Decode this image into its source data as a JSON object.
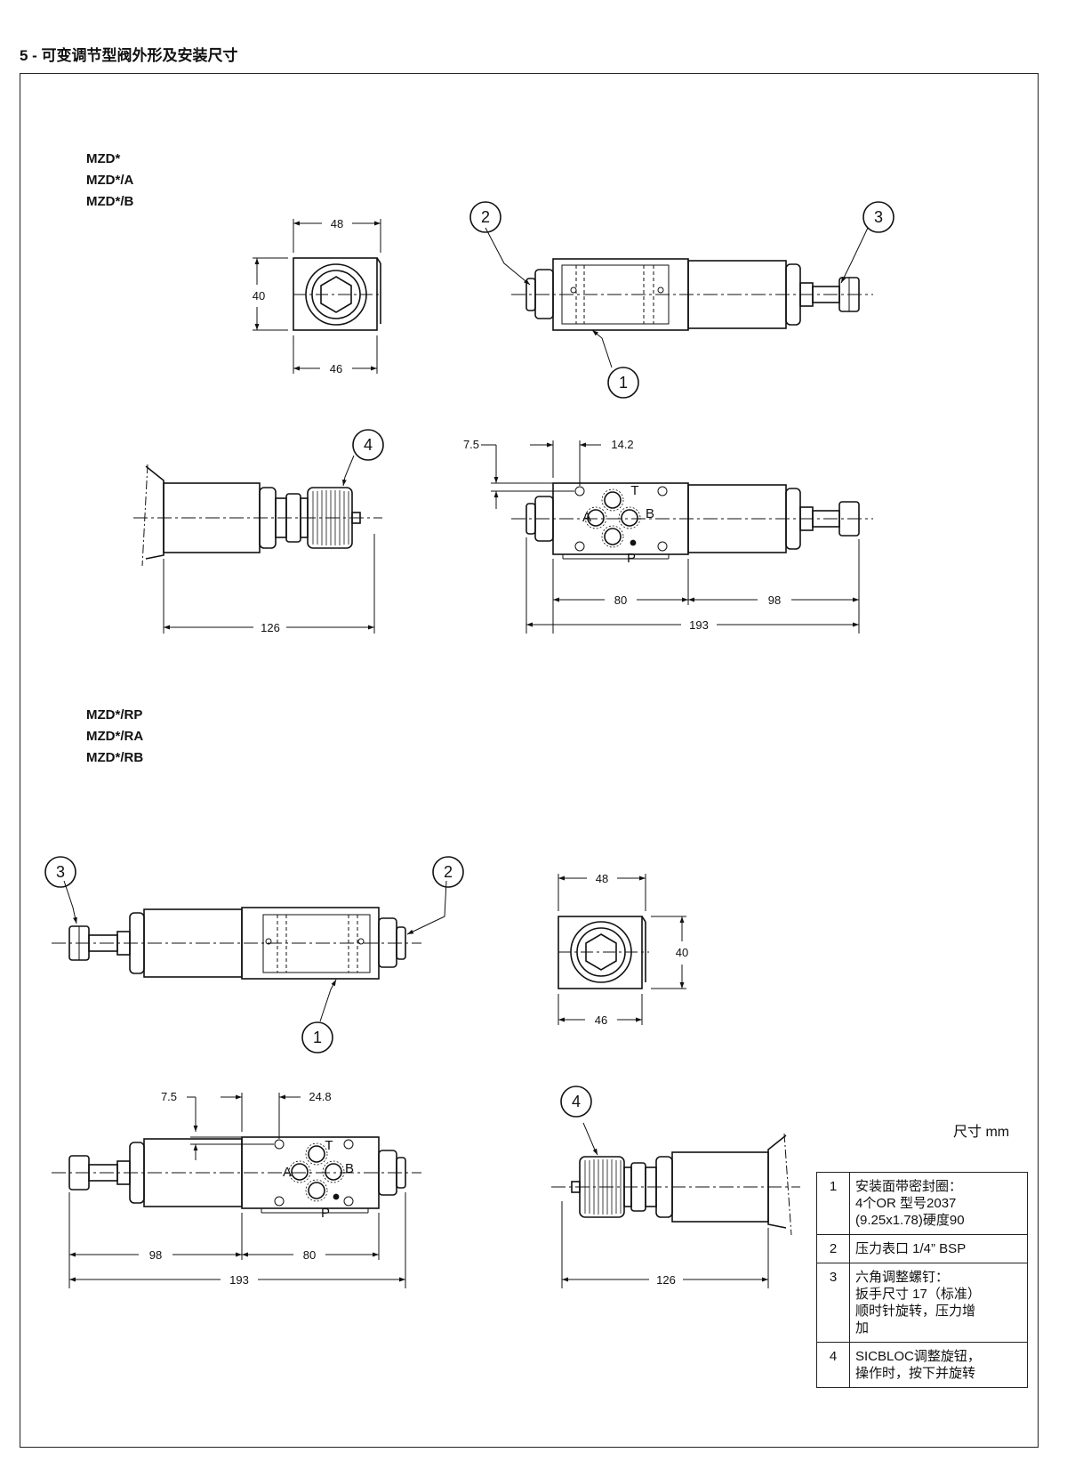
{
  "title": "5 - 可变调节型阀外形及安装尺寸",
  "groups": {
    "top_models": [
      "MZD*",
      "MZD*/A",
      "MZD*/B"
    ],
    "bottom_models": [
      "MZD*/RP",
      "MZD*/RA",
      "MZD*/RB"
    ]
  },
  "dimensions": {
    "width_48": "48",
    "height_40": "40",
    "width_46": "46",
    "dim_7_5": "7.5",
    "dim_14_2": "14.2",
    "dim_24_8": "24.8",
    "dim_126": "126",
    "dim_80": "80",
    "dim_98": "98",
    "dim_193": "193"
  },
  "ports": {
    "A": "A",
    "B": "B",
    "T": "T",
    "P": "P"
  },
  "callouts": [
    "1",
    "2",
    "3",
    "4"
  ],
  "units": "尺寸  mm",
  "legend": [
    {
      "num": "1",
      "lines": [
        "安装面带密封圈：",
        "4个OR  型号2037",
        "(9.25x1.78)硬度90"
      ]
    },
    {
      "num": "2",
      "lines": [
        "压力表口 1/4” BSP"
      ]
    },
    {
      "num": "3",
      "lines": [
        "六角调整螺钉：",
        "扳手尺寸 17（标准）",
        "顺时针旋转，压力增",
        "加"
      ]
    },
    {
      "num": "4",
      "lines": [
        "SICBLOC调整旋钮，",
        "操作时，按下并旋转"
      ]
    }
  ]
}
